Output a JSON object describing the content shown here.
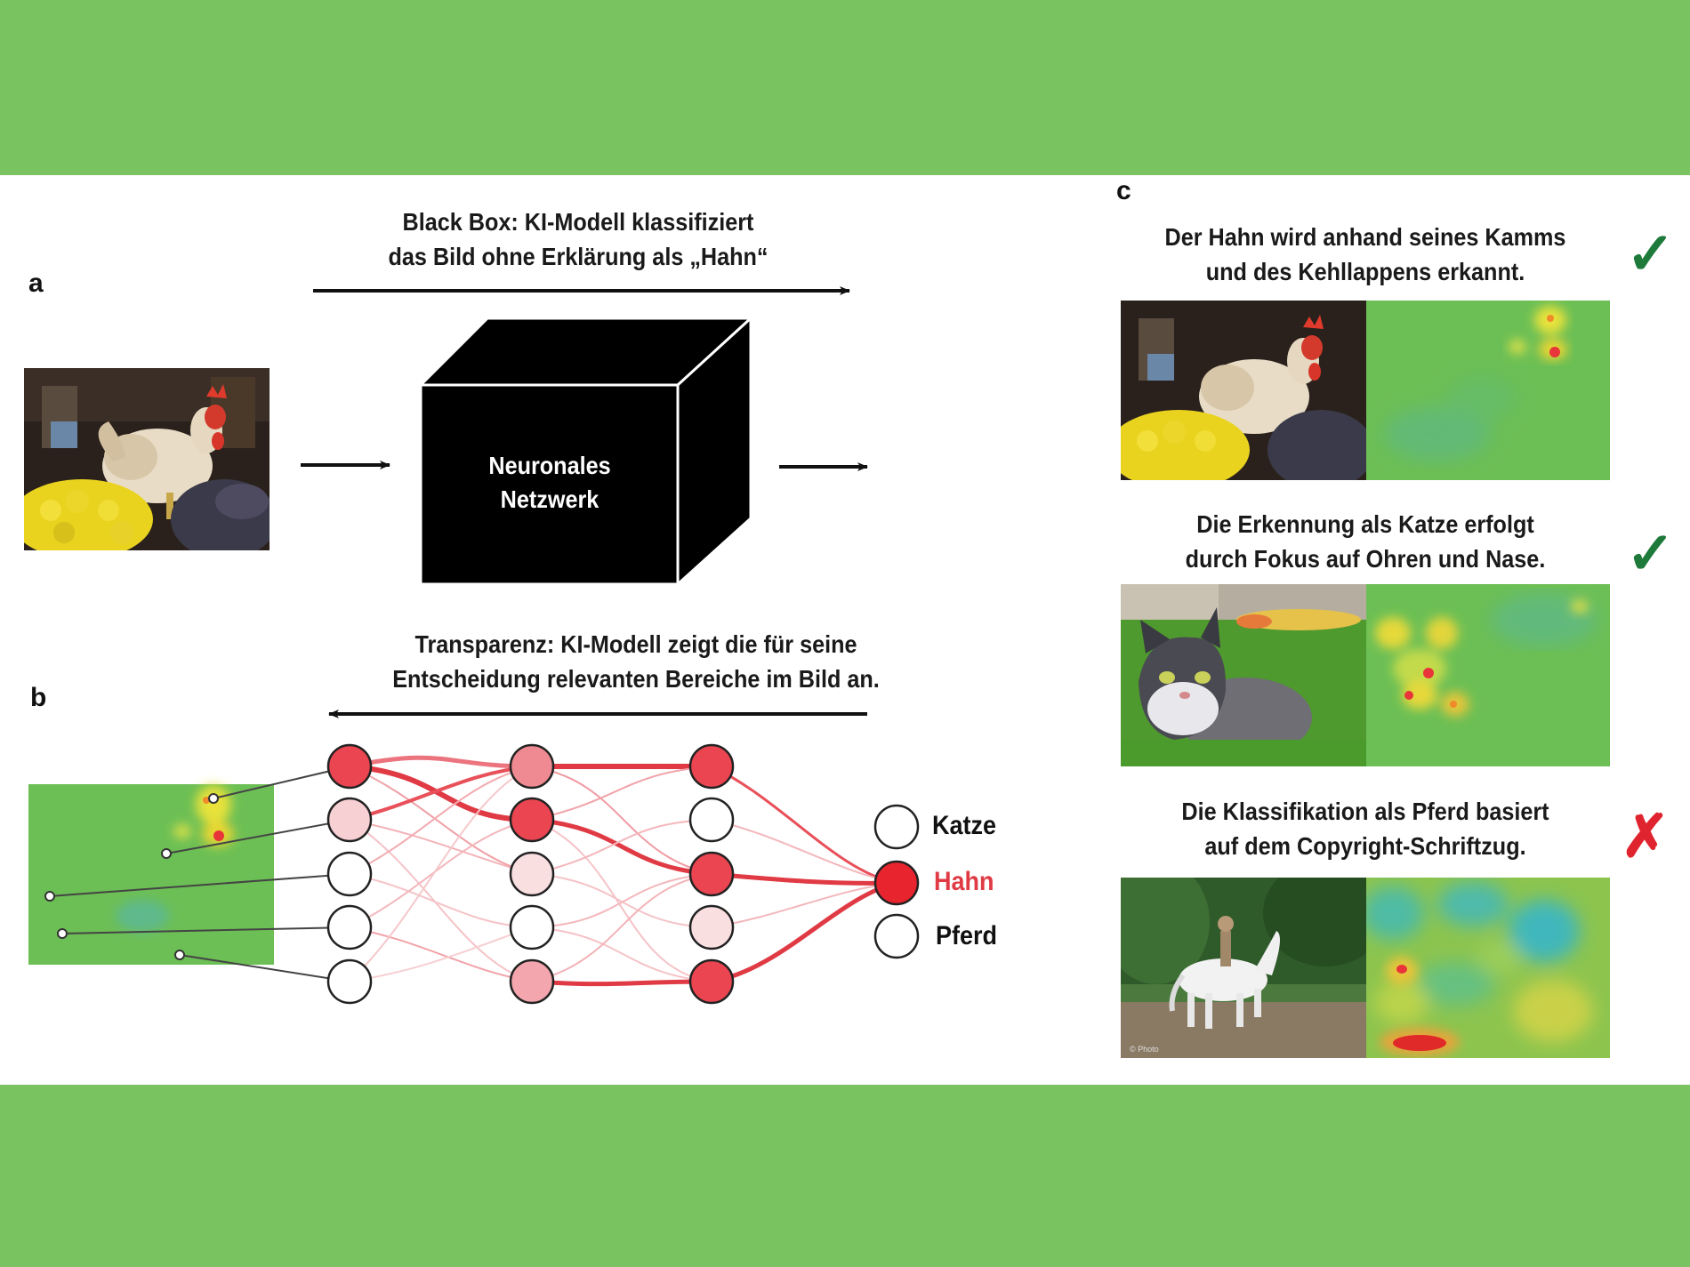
{
  "colors": {
    "band": "#79c461",
    "heat_green": "#6cbf55",
    "node_strong": "#ea4550",
    "node_mid": "#f08a92",
    "node_light": "#f7d0d3",
    "hahn_red": "#e03a44",
    "check_green": "#1d7a3a",
    "cross_red": "#e0242f"
  },
  "panel_a": {
    "letter": "a",
    "caption_lines": [
      "Black Box: KI-Modell klassifiziert",
      "das Bild ohne Erklärung als „Hahn“"
    ],
    "cube_lines": [
      "Neuronales",
      "Netzwerk"
    ],
    "input_image": "rooster-photo"
  },
  "panel_b": {
    "letter": "b",
    "caption_lines": [
      "Transparenz: KI-Modell zeigt die für seine",
      "Entscheidung relevanten Bereiche im Bild an."
    ],
    "outputs": [
      {
        "label": "Katze",
        "active": false
      },
      {
        "label": "Hahn",
        "active": true
      },
      {
        "label": "Pferd",
        "active": false
      }
    ]
  },
  "panel_c": {
    "letter": "c",
    "rows": [
      {
        "caption_lines": [
          "Der Hahn wird anhand seines Kamms",
          "und des Kehllappens erkannt."
        ],
        "image": "rooster-photo",
        "heatmap": "rooster-heatmap",
        "verdict": "check",
        "verdict_glyph": "✓"
      },
      {
        "caption_lines": [
          "Die Erkennung als Katze erfolgt",
          "durch Fokus auf Ohren und Nase."
        ],
        "image": "cat-photo",
        "heatmap": "cat-heatmap",
        "verdict": "check",
        "verdict_glyph": "✓"
      },
      {
        "caption_lines": [
          "Die Klassifikation als Pferd basiert",
          "auf dem Copyright-Schriftzug."
        ],
        "image": "horse-photo",
        "heatmap": "horse-heatmap",
        "verdict": "cross",
        "verdict_glyph": "✗"
      }
    ]
  }
}
